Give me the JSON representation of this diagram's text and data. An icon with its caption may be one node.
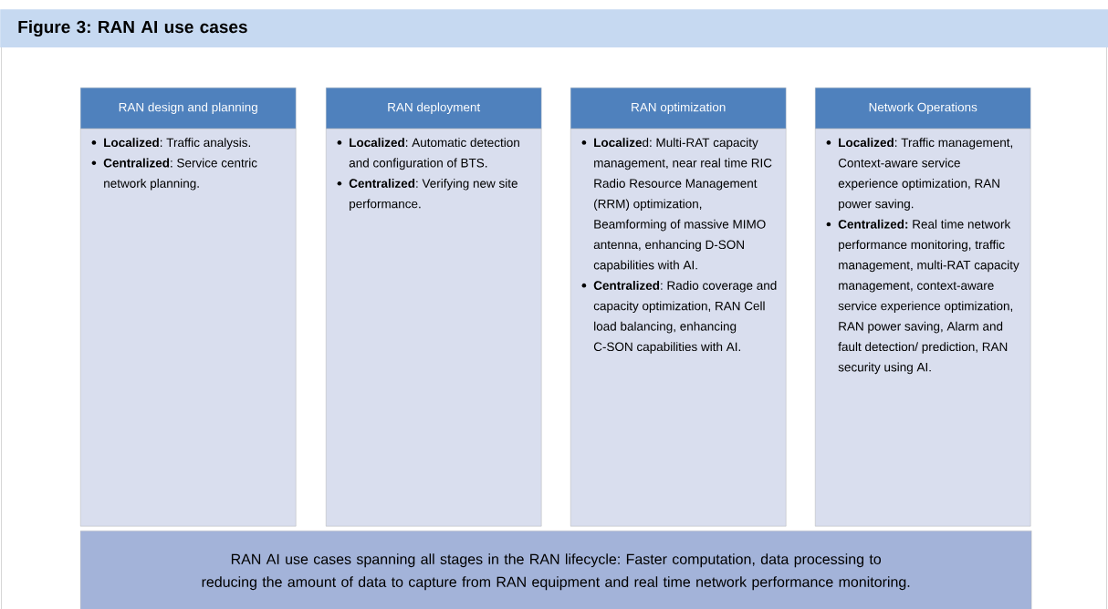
{
  "diagram": {
    "title": "Figure 3: RAN AI use cases",
    "nodes": [
      {
        "text": [
          "RAN design and planning"
        ]
      },
      {
        "text": [
          "**Localized**: Traffic analysis.",
          "**Centralized**: Service centric network planning."
        ]
      },
      {
        "text": [
          "RAN deployment"
        ]
      },
      {
        "text": [
          "**Localized**: Automatic detection and configuration of BTS.",
          "**Centralized**: Verifying new site performance."
        ]
      },
      {
        "text": [
          "RAN optimization"
        ]
      },
      {
        "text": [
          "**Localize**d: Multi-RAT capacity management, near real time RIC Radio Resource Management (RRM) optimization, Beamforming of massive MIMO antenna, enhancing D-SON capabilities with AI.",
          "**Centralized**: Radio coverage and capacity optimization, RAN Cell load balancing, enhancing C-SON capabilities with AI."
        ]
      },
      {
        "text": [
          "Network Operations"
        ]
      },
      {
        "text": [
          "**Localized**: Traffic management, Context-aware service experience optimization, RAN power saving.",
          "**Centralized:** Real time network performance monitoring, traffic management, multi-RAT capacity management, context-aware service experience optimization, RAN power saving, Alarm and fault detection/ prediction, RAN security using AI."
        ]
      },
      {
        "text": [
          "RAN AI use cases spanning all stages in the RAN lifecycle: Faster computation, data processing to reducing the amount of data to capture from RAN equipment and real time network performance monitoring."
        ]
      }
    ]
  }
}
